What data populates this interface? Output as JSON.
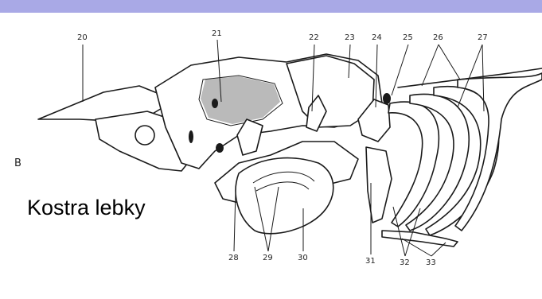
{
  "header": {
    "band_color": "#a9a9e6"
  },
  "figure": {
    "letter": "B",
    "caption": "Kostra lebky",
    "labels": [
      "20",
      "21",
      "22",
      "23",
      "24",
      "25",
      "26",
      "27",
      "28",
      "29",
      "30",
      "31",
      "32",
      "33"
    ]
  }
}
